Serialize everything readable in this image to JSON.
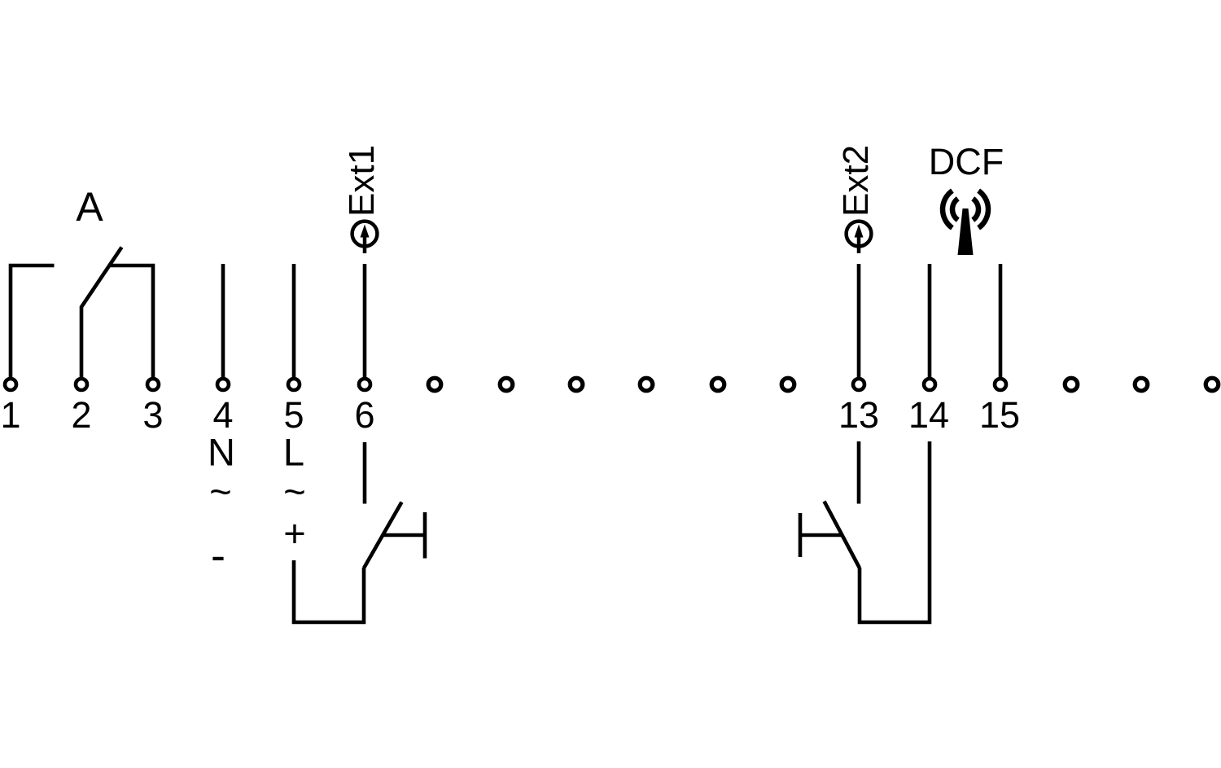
{
  "colors": {
    "line": "#000000",
    "background": "#ffffff"
  },
  "relay": {
    "label": "A"
  },
  "terminals": {
    "t1": "1",
    "t2": "2",
    "t3": "3",
    "t4": "4",
    "t5": "5",
    "t6": "6",
    "t13": "13",
    "t14": "14",
    "t15": "15"
  },
  "power": {
    "neutral_label": "N",
    "live_label": "L",
    "neutral_ac": "~",
    "live_ac": "~",
    "live_plus": "+",
    "neutral_minus": "-"
  },
  "inputs": {
    "ext1_label": "Ext1",
    "ext2_label": "Ext2"
  },
  "radio": {
    "dcf_label": "DCF"
  },
  "icons": {
    "ext1": "signal-input-arrow-icon",
    "ext2": "signal-input-arrow-icon",
    "dcf": "radio-antenna-icon"
  }
}
